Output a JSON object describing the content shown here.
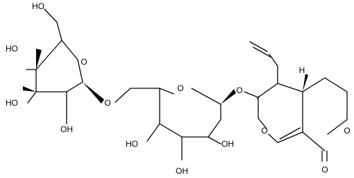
{
  "molecule": {
    "atoms": {
      "glc2_O6_ho": "HO",
      "glc2_O4_ho": "HO",
      "glc2_O3_ho": "HO",
      "glc2_O2_oh": "OH",
      "glc2_ring_o": "O",
      "link_o": "O",
      "glc1_ring_o": "O",
      "glyco_o": "O",
      "glc1_O4_ho": "HO",
      "glc1_O3_oh": "OH",
      "glc1_O2_oh": "OH",
      "pyran_o": "O",
      "lactone_ring_o": "O",
      "carbonyl_o": "O",
      "stereo_h": "H"
    }
  }
}
